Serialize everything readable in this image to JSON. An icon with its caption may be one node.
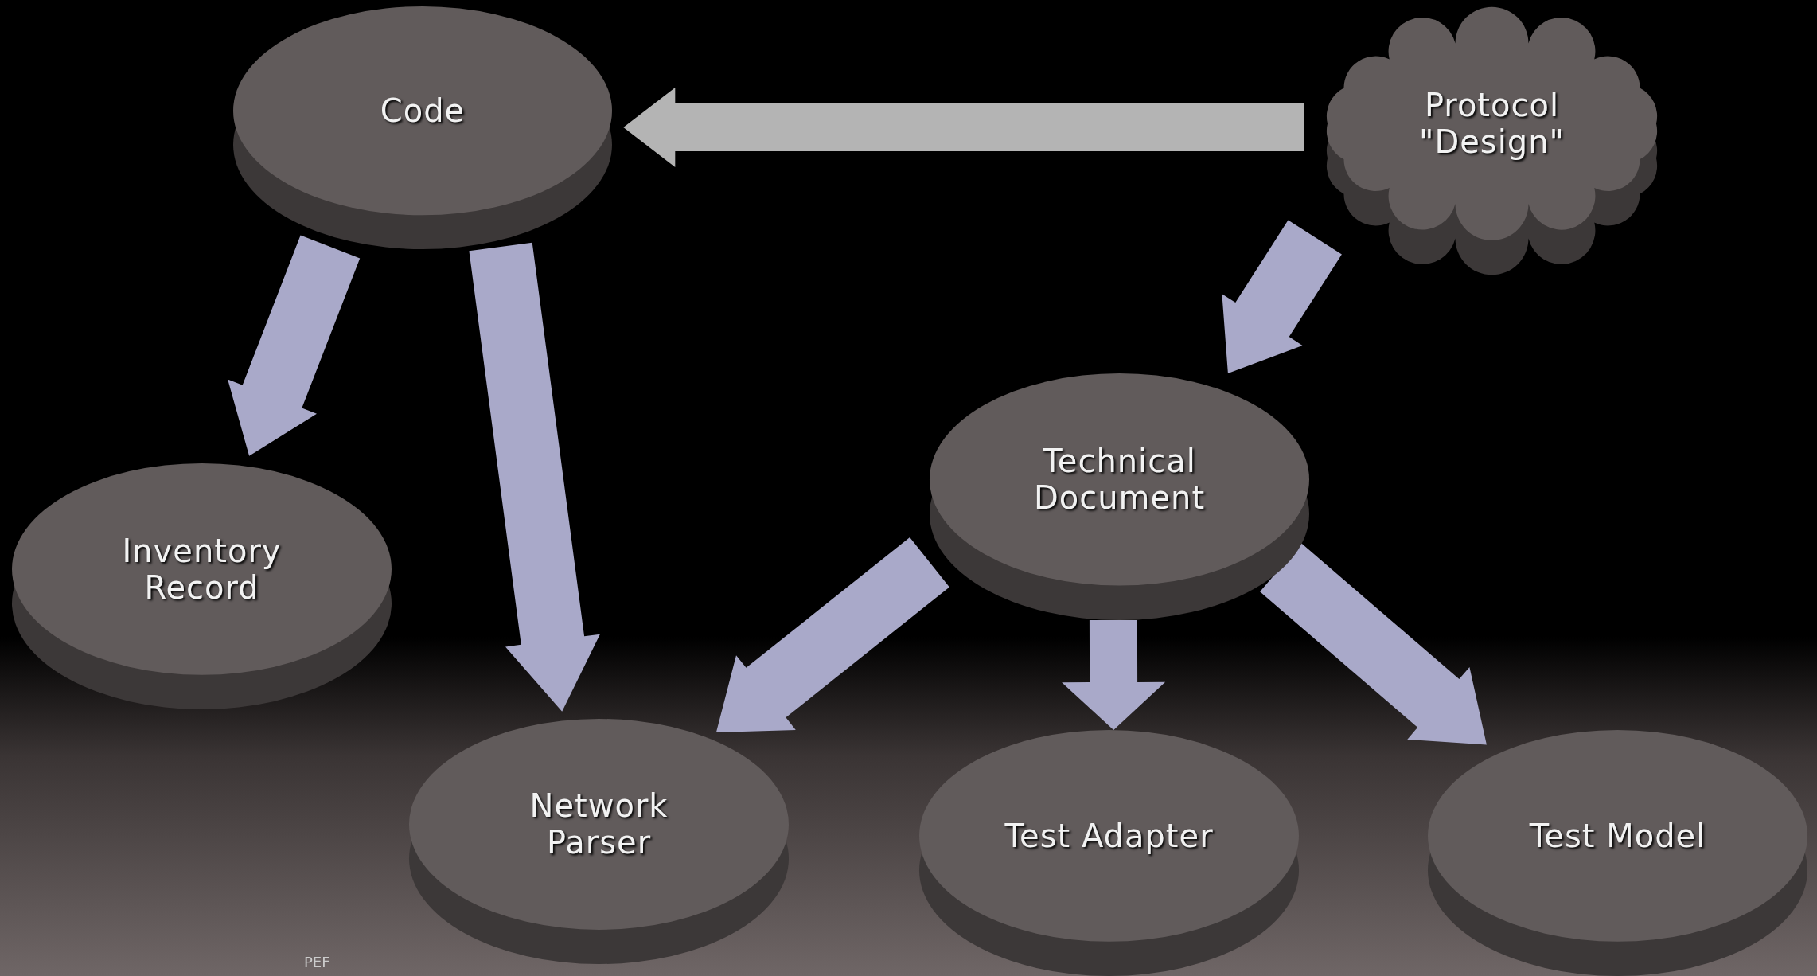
{
  "diagram": {
    "nodes": [
      {
        "text": [
          "Code"
        ]
      },
      {
        "text": [
          "Protocol \"Design\""
        ]
      },
      {
        "text": [
          "Inventory Record"
        ]
      },
      {
        "text": [
          "Technical Document"
        ]
      },
      {
        "text": [
          "Network Parser"
        ]
      },
      {
        "text": [
          "Test Adapter"
        ]
      },
      {
        "text": [
          "Test Model"
        ]
      }
    ],
    "edges": [
      {
        "from": 1,
        "to": 0,
        "arrow": "to",
        "style": "thick",
        "color": "#b4b4b4"
      },
      {
        "from": 0,
        "to": 2,
        "arrow": "to",
        "style": "thick"
      },
      {
        "from": 0,
        "to": 4,
        "arrow": "to",
        "style": "thick"
      },
      {
        "from": 1,
        "to": 3,
        "arrow": "to",
        "style": "thick"
      },
      {
        "from": 3,
        "to": 4,
        "arrow": "to",
        "style": "thick"
      },
      {
        "from": 3,
        "to": 5,
        "arrow": "to",
        "style": "thick"
      },
      {
        "from": 3,
        "to": 6,
        "arrow": "to",
        "style": "thick"
      }
    ],
    "labels": [
      "PEF"
    ]
  }
}
